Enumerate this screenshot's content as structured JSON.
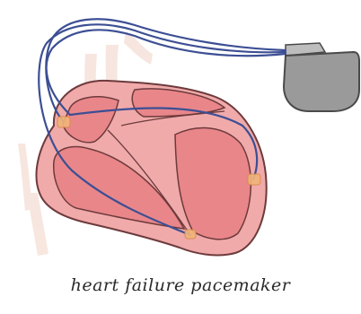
{
  "caption": "heart failure pacemaker",
  "colors": {
    "heart_outer": "#efaaa9",
    "heart_inner": "#e9868a",
    "heart_outline": "#6e3a3c",
    "lead_wire": "#3d4f94",
    "device_fill": "#9a9a9a",
    "device_outline": "#4a4a4a",
    "vessel_tint": "#f1d3c5",
    "electrode_tip": "#f2b57a"
  },
  "device": {
    "name": "pulse-generator"
  },
  "leads": [
    {
      "name": "right-atrial-lead"
    },
    {
      "name": "right-ventricular-lead"
    },
    {
      "name": "left-ventricular-lead"
    }
  ]
}
